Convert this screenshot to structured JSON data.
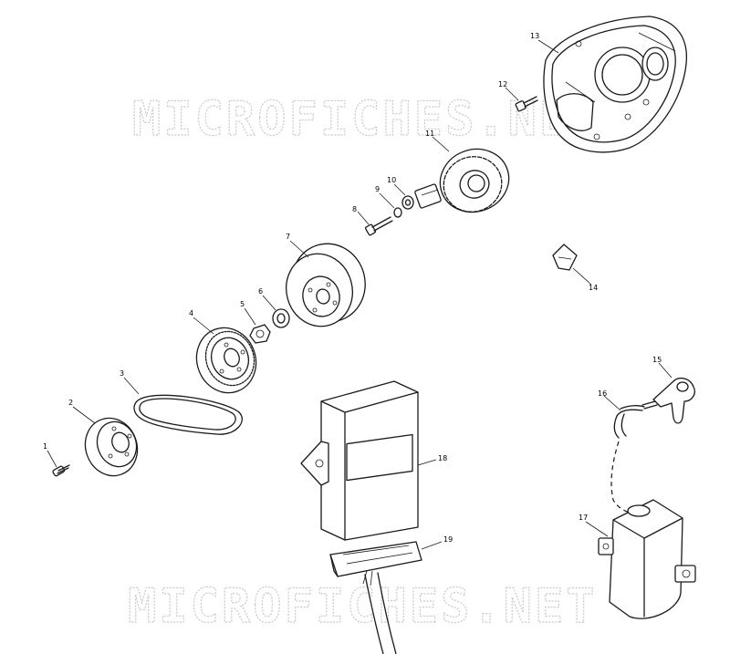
{
  "watermark": "MICROFICHES.NET",
  "callouts": [
    {
      "num": "1"
    },
    {
      "num": "2"
    },
    {
      "num": "3"
    },
    {
      "num": "4"
    },
    {
      "num": "5"
    },
    {
      "num": "6"
    },
    {
      "num": "7"
    },
    {
      "num": "8"
    },
    {
      "num": "9"
    },
    {
      "num": "10"
    },
    {
      "num": "11"
    },
    {
      "num": "12"
    },
    {
      "num": "13"
    },
    {
      "num": "14"
    },
    {
      "num": "15"
    },
    {
      "num": "16"
    },
    {
      "num": "17"
    },
    {
      "num": "18"
    },
    {
      "num": "19"
    }
  ],
  "colors": {
    "ink": "#1a1a1a",
    "watermark": "#c9c9c9",
    "background": "#ffffff"
  }
}
